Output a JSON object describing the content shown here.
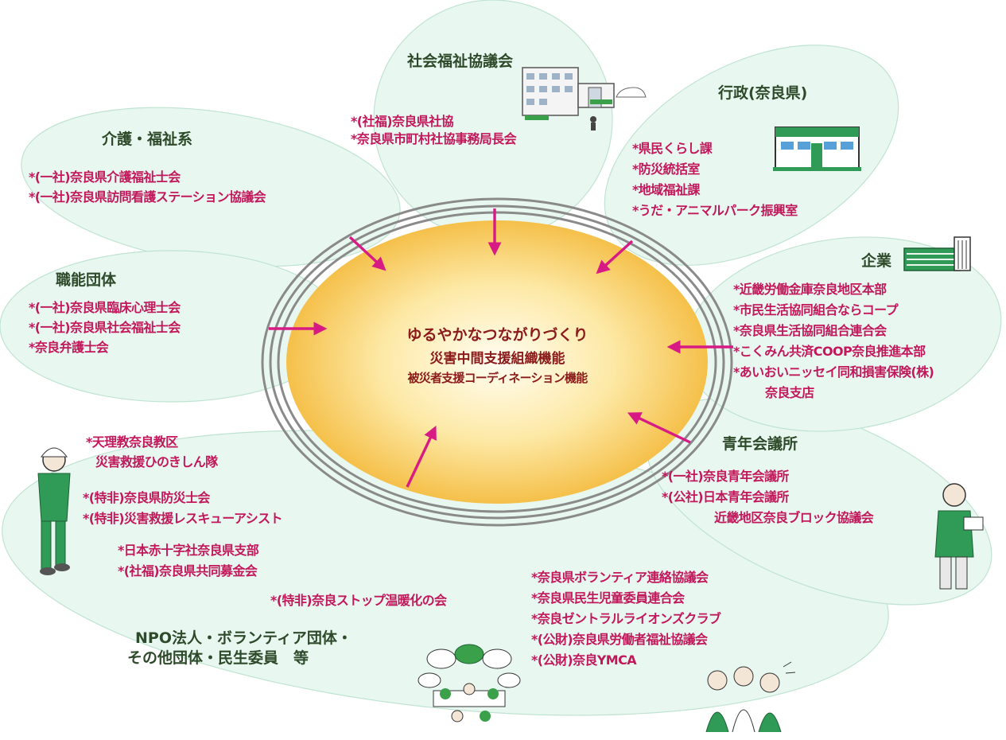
{
  "center": {
    "line1": "ゆるやかなつながりづくり",
    "line2": "災害中間支援組織機能",
    "line3": "被災者支援コーディネーション機能"
  },
  "groups": {
    "social_welfare": {
      "title": "社会福祉協議会",
      "items": [
        "*(社福)奈良県社協",
        "*奈良県市町村社協事務局長会"
      ]
    },
    "care_welfare": {
      "title": "介護・福祉系",
      "items": [
        "*(一社)奈良県介護福祉士会",
        "*(一社)奈良県訪問看護ステーション協議会"
      ]
    },
    "administration": {
      "title": "行政(奈良県)",
      "items": [
        "*県民くらし課",
        "*防災統括室",
        "*地域福祉課",
        "*うだ・アニマルパーク振興室"
      ]
    },
    "professional": {
      "title": "職能団体",
      "items": [
        "*(一社)奈良県臨床心理士会",
        "*(一社)奈良県社会福祉士会",
        "*奈良弁護士会"
      ]
    },
    "companies": {
      "title": "企業",
      "items": [
        "*近畿労働金庫奈良地区本部",
        "*市民生活協同組合ならコープ",
        "*奈良県生活協同組合連合会",
        "*こくみん共済COOP奈良推進本部",
        "*あいおいニッセイ同和損害保険(株)",
        "奈良支店"
      ]
    },
    "jc": {
      "title": "青年会議所",
      "items": [
        "*(一社)奈良青年会議所",
        "*(公社)日本青年会議所",
        "近畿地区奈良ブロック協議会"
      ]
    },
    "npo": {
      "title_line1": "NPO法人・ボランティア団体・",
      "title_line2": "その他団体・民生委員　等",
      "items": [
        "*天理教奈良教区",
        "災害救援ひのきしん隊",
        "*(特非)奈良県防災士会",
        "*(特非)災害救援レスキューアシスト",
        "*日本赤十字社奈良県支部",
        "*(社福)奈良県共同募金会",
        "*(特非)奈良ストップ温暖化の会",
        "*奈良県ボランティア連絡協議会",
        "*奈良県民生児童委員連合会",
        "*奈良ゼントラルライオンズクラブ",
        "*(公財)奈良県労働者福祉協議会",
        "*(公財)奈良YMCA"
      ]
    }
  },
  "colors": {
    "blob_fill": "#e8f8f0",
    "arrow": "#d81b84",
    "title_text": "#2e4a2a",
    "item_text": "#c2185b",
    "center_text": "#8b1a1a",
    "center_glow": "#f5c04a"
  },
  "icons": [
    "building-icon",
    "office-icon",
    "factory-icon",
    "worker-icon",
    "presenter-icon",
    "meeting-icon",
    "people-icon"
  ]
}
